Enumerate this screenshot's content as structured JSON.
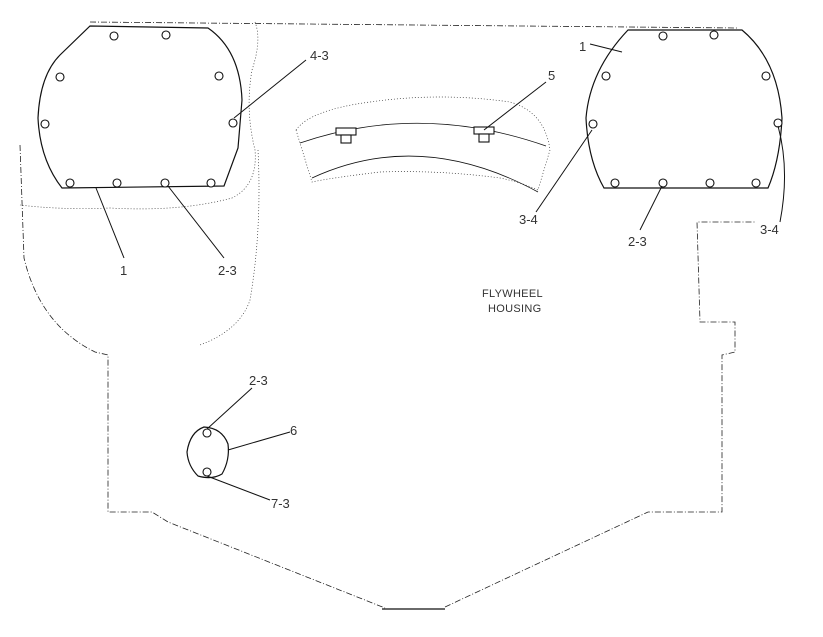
{
  "housing_title_line1": "FLYWHEEL",
  "housing_title_line2": "HOUSING",
  "callouts": {
    "left_cover": "1",
    "left_bolts": "2-3",
    "left_side_bolt": "4-3",
    "upper_bolts": "5",
    "right_cover": "1",
    "right_bolts_bottom": "2-3",
    "right_bolt_left": "3-4",
    "right_bolt_right": "3-4",
    "small_plate_bolt_top": "2-3",
    "small_plate": "6",
    "small_plate_bolt_bottom": "7-3"
  }
}
